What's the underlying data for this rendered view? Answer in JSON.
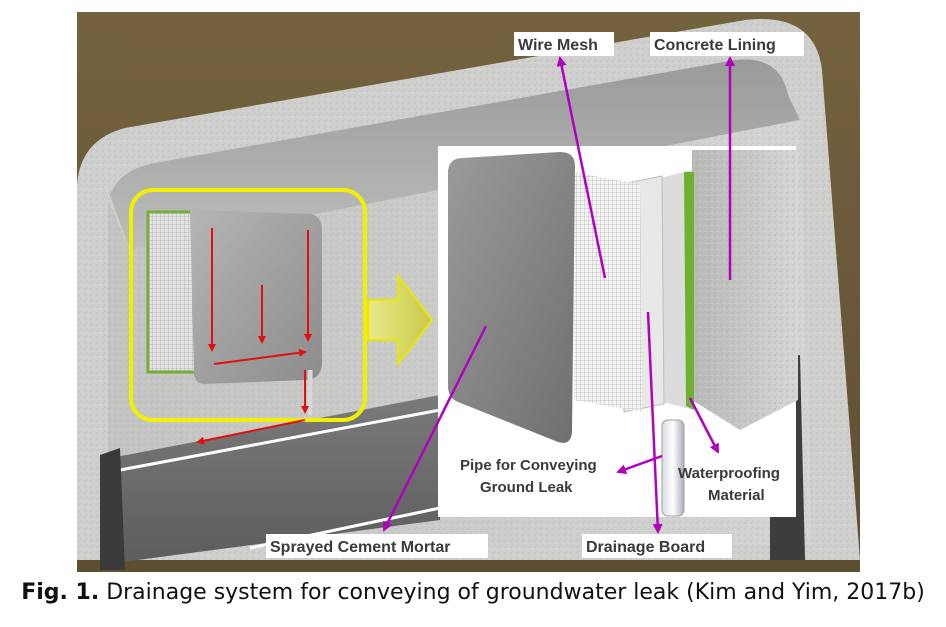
{
  "labels": {
    "wire_mesh": "Wire Mesh",
    "concrete_lining": "Concrete Lining",
    "pipe_line1": "Pipe for Conveying",
    "pipe_line2": "Ground Leak",
    "waterproofing_line1": "Waterproofing",
    "waterproofing_line2": "Material",
    "sprayed_cement_mortar": "Sprayed Cement Mortar",
    "drainage_board": "Drainage Board"
  },
  "caption": {
    "figure_number": "Fig. 1.",
    "text": " Drainage system for conveying of groundwater leak (Kim and Yim, 2017b)"
  },
  "colors": {
    "soil": "#6b5a3a",
    "concrete": "#c9c9c7",
    "highlight_box": "#f0f000",
    "flow_arrow": "#e01010",
    "callout_line": "#b000c0",
    "board_edge": "#6fb030"
  }
}
